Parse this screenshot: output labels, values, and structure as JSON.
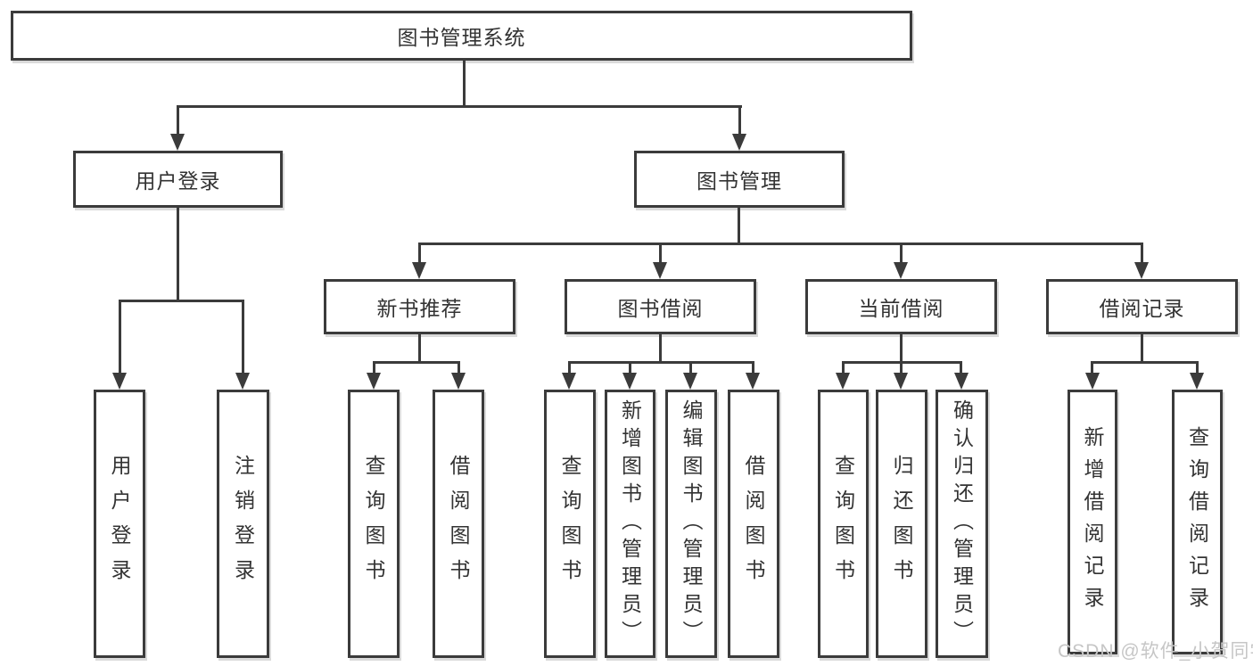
{
  "diagram": {
    "root_label": "图书管理系统",
    "level2": {
      "user_login": "用户登录",
      "book_mgmt": "图书管理"
    },
    "level3": {
      "new_books": "新书推荐",
      "borrowing": "图书借阅",
      "current": "当前借阅",
      "records": "借阅记录"
    },
    "leaves": {
      "user_login": [
        "用户登录",
        "注销登录"
      ],
      "new_books": [
        "查询图书",
        "借阅图书"
      ],
      "borrowing": [
        "查询图书",
        "新增图书（管理员）",
        "编辑图书（管理员）",
        "借阅图书"
      ],
      "current": [
        "查询图书",
        "归还图书",
        "确认归还（管理员）"
      ],
      "records": [
        "新增借阅记录",
        "查询借阅记录"
      ]
    }
  },
  "watermark": "CSDN @软件_小贺同学",
  "colors": {
    "line": "#3b3b3b",
    "text": "#333333",
    "watermark": "#c6c6c6",
    "background": "#ffffff"
  }
}
